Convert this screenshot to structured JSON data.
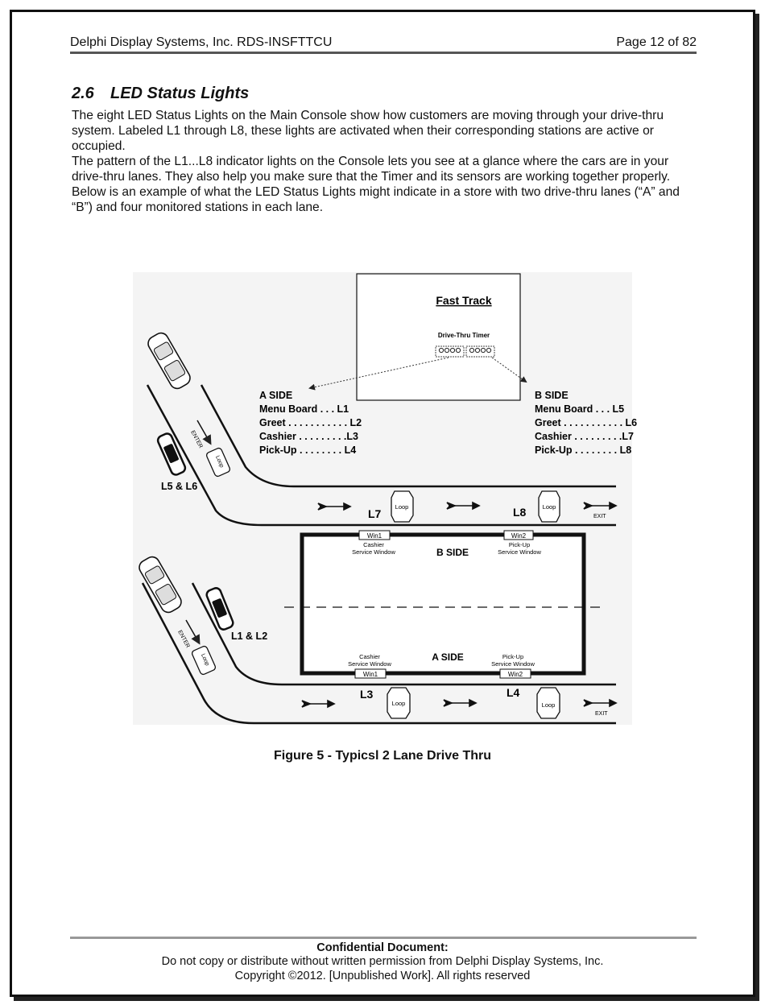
{
  "header": {
    "left": "Delphi Display Systems, Inc.  RDS-INSFTTCU",
    "right": "Page 12 of 82"
  },
  "section": {
    "number": "2.6",
    "title": "LED Status Lights"
  },
  "paragraphs": [
    "The eight LED Status Lights on the Main Console show how customers are moving through your drive-thru system. Labeled L1 through L8, these lights are activated when their corresponding stations are active or occupied.",
    "The pattern of the L1...L8 indicator lights on the Console lets you see at a glance where the cars are in your drive-thru lanes. They also help you make sure that the Timer and its sensors are working together properly.",
    "Below is an example of what the LED Status Lights might indicate in a store with two drive-thru lanes (“A” and “B”) and four monitored stations in each lane."
  ],
  "figure": {
    "console_title": "Fast Track",
    "console_subtitle": "Drive-Thru Timer",
    "a_side": {
      "title": "A SIDE",
      "items": [
        "Menu Board . . . L1",
        "Greet . . . . . . . . . . . L2",
        "Cashier . . . . . . . . .L3",
        "Pick-Up . . . . . . . . L4"
      ]
    },
    "b_side": {
      "title": "B SIDE",
      "items": [
        "Menu Board . . . L5",
        "Greet . . . . . . . . . . . L6",
        "Cashier . . . . . . . . .L7",
        "Pick-Up . . . . . . . . L8"
      ]
    },
    "labels": {
      "l5l6": "L5 & L6",
      "l1l2": "L1 & L2",
      "l7": "L7",
      "l8": "L8",
      "l3": "L3",
      "l4": "L4",
      "loop": "Loop",
      "exit": "EXIT",
      "enter": "ENTER",
      "win1": "Win1",
      "win2": "Win2",
      "cashier_window": [
        "Cashier",
        "Service Window"
      ],
      "pickup_window": [
        "Pick-Up",
        "Service Window"
      ],
      "b_side_building": "B SIDE",
      "a_side_building": "A SIDE"
    }
  },
  "caption": "Figure 5 - Typicsl 2 Lane Drive Thru",
  "footer": {
    "line1": "Confidential Document:",
    "line2": "Do not copy or distribute without written permission from Delphi Display Systems, Inc.",
    "line3": "Copyright ©2012. [Unpublished Work]. All rights reserved"
  }
}
